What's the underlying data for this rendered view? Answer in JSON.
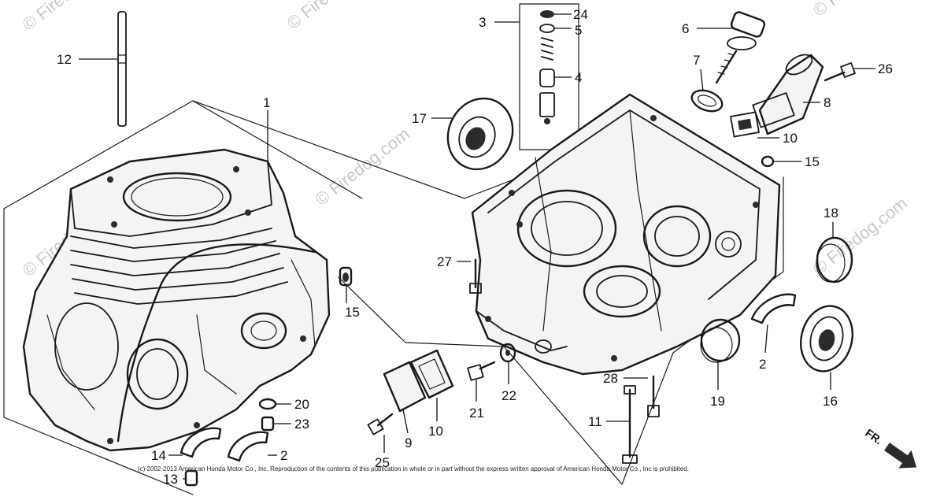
{
  "watermark": {
    "text": "© Firedog.com"
  },
  "copyright": "(c) 2002-2013 American Honda Motor Co., Inc. Reproduction of the contents of this publication in whole or in part without the express written approval of American Honda Motor Co., Inc is prohibited.",
  "direction_label": "FR.",
  "parts": [
    {
      "key": "p1",
      "label": "1"
    },
    {
      "key": "p2a",
      "label": "2"
    },
    {
      "key": "p2b",
      "label": "2"
    },
    {
      "key": "p3",
      "label": "3"
    },
    {
      "key": "p4",
      "label": "4"
    },
    {
      "key": "p5",
      "label": "5"
    },
    {
      "key": "p6",
      "label": "6"
    },
    {
      "key": "p7",
      "label": "7"
    },
    {
      "key": "p8",
      "label": "8"
    },
    {
      "key": "p9",
      "label": "9"
    },
    {
      "key": "p10a",
      "label": "10"
    },
    {
      "key": "p10b",
      "label": "10"
    },
    {
      "key": "p11",
      "label": "11"
    },
    {
      "key": "p12",
      "label": "12"
    },
    {
      "key": "p13",
      "label": "13"
    },
    {
      "key": "p14",
      "label": "14"
    },
    {
      "key": "p15a",
      "label": "15"
    },
    {
      "key": "p15b",
      "label": "15"
    },
    {
      "key": "p16",
      "label": "16"
    },
    {
      "key": "p17",
      "label": "17"
    },
    {
      "key": "p18",
      "label": "18"
    },
    {
      "key": "p19",
      "label": "19"
    },
    {
      "key": "p20",
      "label": "20"
    },
    {
      "key": "p21",
      "label": "21"
    },
    {
      "key": "p22",
      "label": "22"
    },
    {
      "key": "p23",
      "label": "23"
    },
    {
      "key": "p24",
      "label": "24"
    },
    {
      "key": "p25",
      "label": "25"
    },
    {
      "key": "p26",
      "label": "26"
    },
    {
      "key": "p27",
      "label": "27"
    },
    {
      "key": "p28",
      "label": "28"
    }
  ]
}
